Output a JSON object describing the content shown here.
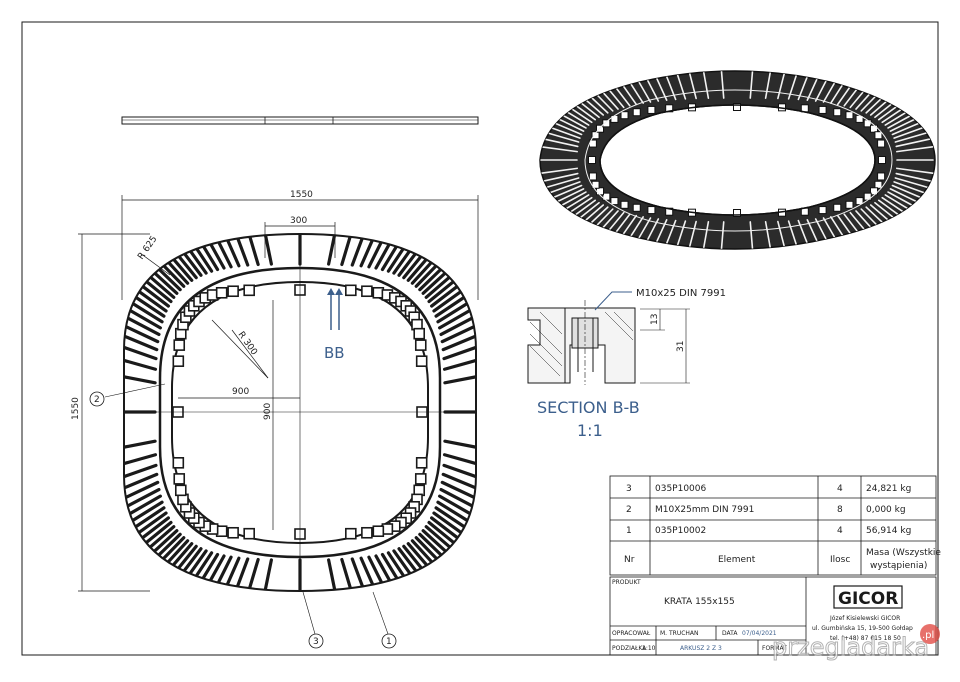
{
  "dimensions": {
    "overall_width": "1550",
    "overall_height": "1550",
    "top_opening": "300",
    "inner_width": "900",
    "inner_height": "900",
    "outer_radius": "R 625",
    "inner_radius": "R 300"
  },
  "section": {
    "cut_label": "BB",
    "bolt_callout": "M10x25 DIN 7991",
    "dim_a": "13",
    "dim_b": "31",
    "title": "SECTION B-B",
    "scale": "1:1"
  },
  "balloons": {
    "b1": "1",
    "b2": "2",
    "b3": "3"
  },
  "parts_table": {
    "rows": [
      {
        "nr": "3",
        "element": "035P10006",
        "qty": "4",
        "mass": "24,821 kg"
      },
      {
        "nr": "2",
        "element": "M10X25mm DIN 7991",
        "qty": "8",
        "mass": "0,000 kg"
      },
      {
        "nr": "1",
        "element": "035P10002",
        "qty": "4",
        "mass": "56,914 kg"
      }
    ],
    "header": {
      "nr": "Nr",
      "element": "Element",
      "qty": "Ilosc",
      "mass_line1": "Masa (Wszystkie",
      "mass_line2": "wystąpienia)"
    }
  },
  "title_block": {
    "product_label": "PRODUKT",
    "product_name": "KRATA 155x155",
    "company_logo": "GICOR",
    "company_line1": "Józef Kisielewski GICOR",
    "company_line2": "ul. Gumbińska 15, 19-500 Gołdap",
    "company_line3": "tel. (+48) 87 615 18 50",
    "drawn_label": "OPRACOWAŁ",
    "drawn_by": "M. TRUCHAN",
    "date_label": "DATA",
    "date": "07/04/2021",
    "scale_label": "PODZIAŁKA",
    "scale_value": "1:10",
    "sheet": "ARKUSZ 2 Z 3",
    "format_label": "FORMAT"
  },
  "watermark": {
    "text": "przegladarka",
    "suffix": ".pl"
  },
  "colors": {
    "line": "#1a1a1a",
    "casting": "#2b2b2b",
    "callout_blue": "#3c5f8c",
    "watermark_red": "#e0413a"
  }
}
